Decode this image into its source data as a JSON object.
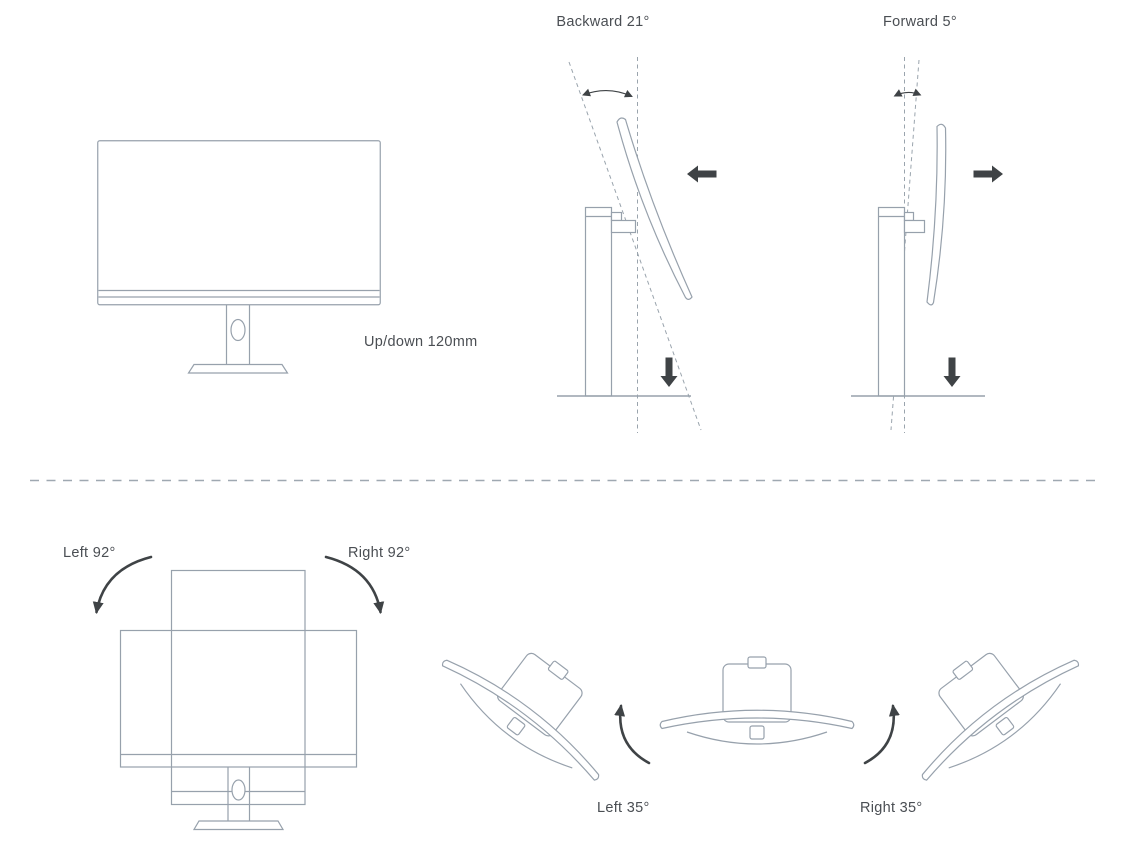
{
  "colors": {
    "line": "#97a1ac",
    "dark_arrow": "#3f4346",
    "text": "#4a4e53",
    "background": "#ffffff"
  },
  "figures": {
    "height_adjust": {
      "label": "Up/down 120mm"
    },
    "tilt_backward": {
      "label": "Backward 21°"
    },
    "tilt_forward": {
      "label": "Forward 5°"
    },
    "pivot": {
      "left_label": "Left 92°",
      "right_label": "Right 92°"
    },
    "swivel": {
      "left_label": "Left 35°",
      "right_label": "Right 35°"
    }
  }
}
